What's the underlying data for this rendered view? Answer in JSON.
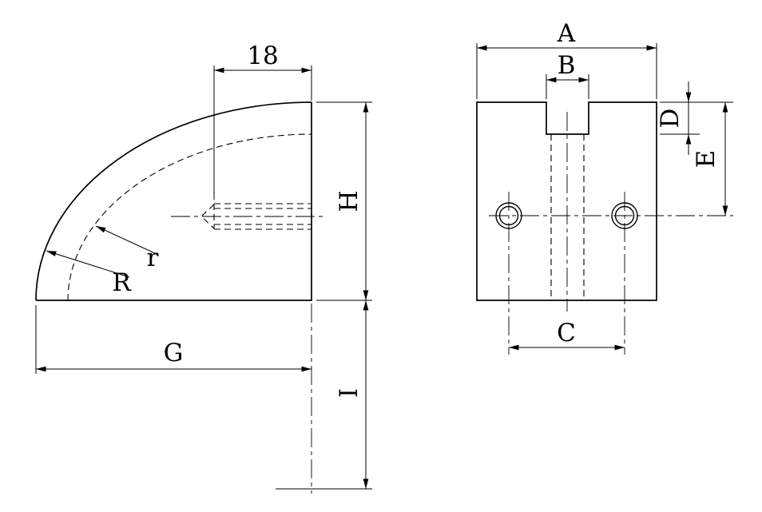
{
  "drawing": {
    "type": "engineering-two-view-part-drawing",
    "colors": {
      "line": "#000000",
      "background": "#ffffff"
    },
    "left_view": {
      "description": "quarter-round block side view with hidden set screw",
      "dims": {
        "screw_length": "18",
        "height": "H",
        "width": "G",
        "lower_extension": "I",
        "outer_radius": "R",
        "inner_radius": "r"
      }
    },
    "right_view": {
      "description": "front view with top slot and two holes",
      "dims": {
        "overall_width": "A",
        "slot_width": "B",
        "hole_spacing": "C",
        "slot_depth": "D",
        "hole_offset": "E"
      }
    }
  }
}
